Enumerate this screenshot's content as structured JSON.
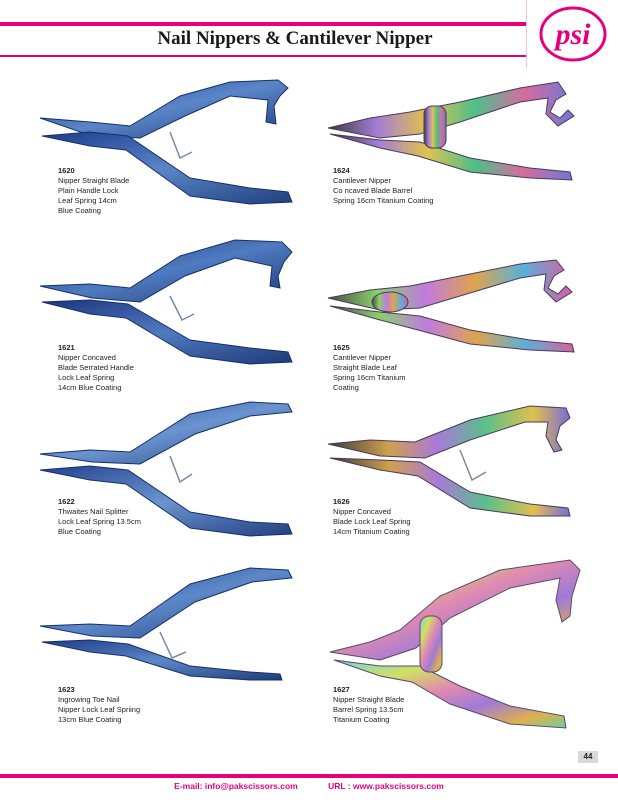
{
  "header": {
    "title": "Nail Nippers & Cantilever Nipper",
    "logo_text": "psi",
    "accent_color": "#e6007e"
  },
  "products": [
    {
      "code": "1620",
      "lines": [
        "Nipper Straight Blade",
        "Plain Handle Lock",
        "Leaf Spring 14cm",
        "Blue Coating"
      ],
      "finish": "blue"
    },
    {
      "code": "1621",
      "lines": [
        "Nipper Concaved",
        "Blade Serrated Handle",
        "Lock Leaf Spring",
        "14cm Blue Coating"
      ],
      "finish": "blue"
    },
    {
      "code": "1622",
      "lines": [
        "Thwaites Nail Splitter",
        "Lock Leaf Spring 13.5cm",
        "Blue Coating"
      ],
      "finish": "blue"
    },
    {
      "code": "1623",
      "lines": [
        "Ingrowing Toe Nail",
        "Nipper Lock Leaf Spriing",
        "13cm Blue Coating"
      ],
      "finish": "blue"
    },
    {
      "code": "1624",
      "lines": [
        "Cantilever Nipper",
        "Co ncaved Blade Barrel",
        "Spring 16cm Titanium Coating"
      ],
      "finish": "titanium"
    },
    {
      "code": "1625",
      "lines": [
        "Cantilever Nipper",
        "Straight Blade Leaf",
        "Spring 16cm Titanium",
        "Coating"
      ],
      "finish": "titanium"
    },
    {
      "code": "1626",
      "lines": [
        "Nipper Concaved",
        "Blade Lock Leaf Spring",
        "14cm Titanium Coating"
      ],
      "finish": "titanium"
    },
    {
      "code": "1627",
      "lines": [
        "Nipper  Straight Blade",
        "Barrel Spring 13.5cm",
        "Titanium Coating"
      ],
      "finish": "titanium"
    }
  ],
  "page_number": "44",
  "footer": {
    "email": "E-mail: info@pakscissors.com",
    "url": "URL  :  www.pakscissors.com"
  }
}
